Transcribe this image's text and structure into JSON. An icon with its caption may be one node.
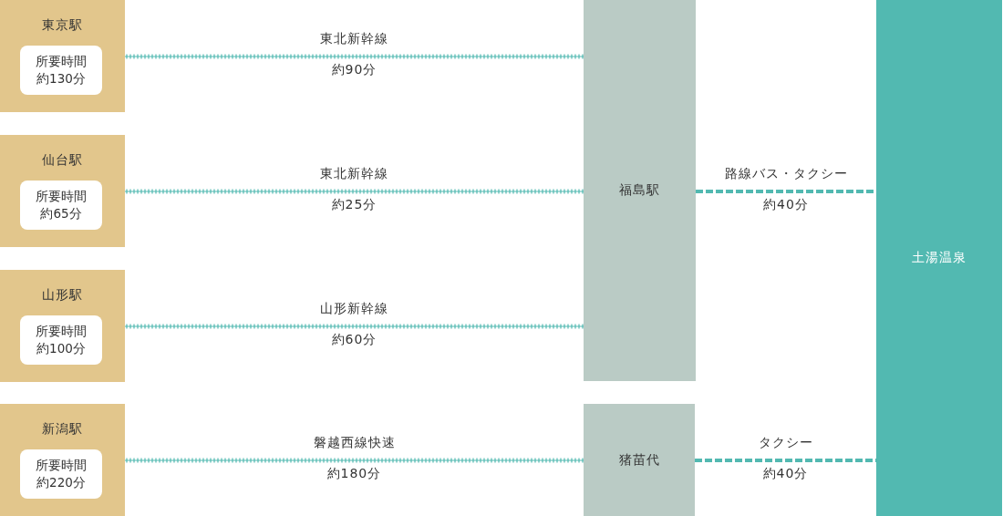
{
  "diagram": {
    "nodes": [
      {
        "text": [
          "東京駅"
        ]
      },
      {
        "text": [
          "所要時間約130分"
        ],
        "in": 0
      },
      {
        "text": [
          "仙台駅"
        ]
      },
      {
        "text": [
          "所要時間約65分"
        ],
        "in": 2
      },
      {
        "text": [
          "山形駅"
        ]
      },
      {
        "text": [
          "所要時間約100分"
        ],
        "in": 4
      },
      {
        "text": [
          "新潟駅"
        ]
      },
      {
        "text": [
          "所要時間約220分"
        ],
        "in": 6
      },
      {
        "text": [
          "福島駅"
        ]
      },
      {
        "text": [
          "猪苗代"
        ]
      },
      {
        "text": [
          "土湯温泉"
        ]
      }
    ],
    "edges": [
      {
        "from": 0,
        "to": 8,
        "arrow": "none",
        "label": "東北新幹線"
      },
      {
        "from": 2,
        "to": 8,
        "arrow": "none",
        "label": "東北新幹線"
      },
      {
        "from": 4,
        "to": 8,
        "arrow": "none",
        "label": "山形新幹線"
      },
      {
        "from": 6,
        "to": 9,
        "arrow": "none",
        "label": "磐越西線快速"
      },
      {
        "from": 8,
        "to": 10,
        "arrow": "none",
        "label": "路線バス・タクシー",
        "style": "dashed"
      },
      {
        "from": 9,
        "to": 10,
        "arrow": "none",
        "label": "タクシー",
        "style": "dashed"
      }
    ],
    "labels": [
      "約90分",
      "約25分",
      "約60分",
      "約180分",
      "約40分",
      "約40分"
    ]
  }
}
